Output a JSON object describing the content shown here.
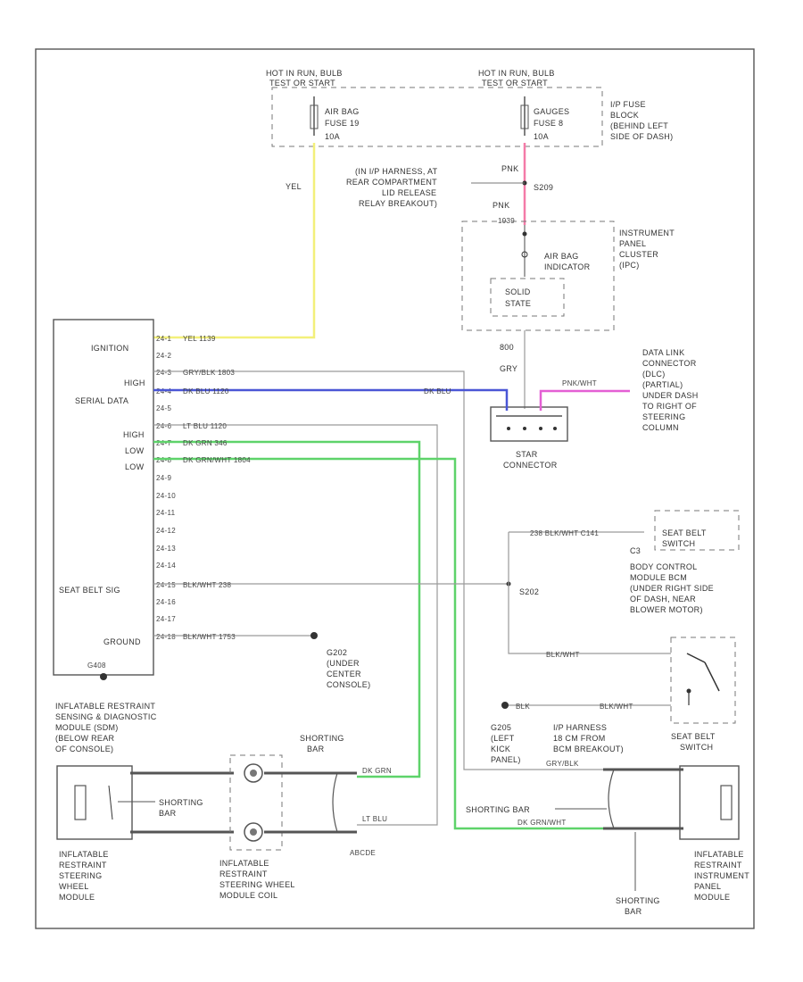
{
  "fuse_left": {
    "hot_in_run_bulb": "HOT IN RUN, BULB",
    "test_or_start": "TEST OR START",
    "fuse_name": "AIR BAG",
    "fuse_num": "FUSE 19",
    "amps": "10A"
  },
  "fuse_right": {
    "hot_in_run_bulb": "HOT IN RUN, BULB",
    "test_or_start": "TEST OR START",
    "fuse_name": "GAUGES",
    "fuse_num": "FUSE 8",
    "amps": "10A"
  },
  "ip_fuse_block": [
    "I/P FUSE",
    "BLOCK",
    "(BEHIND LEFT",
    "SIDE OF DASH)"
  ],
  "yel_label": "YEL",
  "pnk_label_1": "PNK",
  "pnk_label_2": "PNK",
  "pnk_wire_num": "S209",
  "pnk_circuit": "1939",
  "ip_harness_note": [
    "(IN I/P HARNESS, AT",
    "REAR COMPARTMENT",
    "LID RELEASE",
    "RELAY BREAKOUT)"
  ],
  "instrument_cluster": [
    "INSTRUMENT",
    "PANEL",
    "CLUSTER",
    "(IPC)"
  ],
  "airbag_indicator": [
    "AIR BAG",
    "INDICATOR"
  ],
  "solid_state": [
    "SOLID",
    "STATE"
  ],
  "ipc_wire_num": "800",
  "ipc_wire_color": "GRY",
  "dlc_label": [
    "DATA LINK",
    "CONNECTOR",
    "(DLC)",
    "(PARTIAL)",
    "UNDER DASH",
    "TO RIGHT OF",
    "STEERING",
    "COLUMN"
  ],
  "star_connector": [
    "STAR",
    "CONNECTOR"
  ],
  "sdm_pins": {
    "ignition": "IGNITION",
    "high": "HIGH",
    "serial_data": "SERIAL DATA",
    "high2": "HIGH",
    "low": "LOW",
    "low2": "LOW",
    "seat_belt_sig": "SEAT BELT SIG",
    "ground": "GROUND"
  },
  "pin_labels": [
    "24-1",
    "24-2",
    "24-3",
    "24-4",
    "24-5",
    "24-6",
    "24-7",
    "24-8",
    "24-9",
    "24-10",
    "24-11",
    "24-12",
    "24-13",
    "24-14",
    "24-15",
    "24-16",
    "24-17",
    "24-18"
  ],
  "wire_labels": {
    "w1": "YEL   1139",
    "w3": "GRY/BLK  1803",
    "w4": "DK BLU   1120",
    "w6": "LT BLU  1120",
    "w7": "DK GRN   346",
    "w8": "DK GRN/WHT   1804",
    "w15": "BLK/WHT   238",
    "w18": "BLK/WHT   1753",
    "dkblu_right": "DK BLU"
  },
  "seat_belt_module": [
    "SEAT BELT",
    "SWITCH"
  ],
  "bcm_label": [
    "BODY CONTROL",
    "MODULE BCM",
    "(UNDER RIGHT SIDE",
    "OF DASH, NEAR",
    "BLOWER MOTOR)"
  ],
  "bcm_wire": "238  BLK/WHT   C141",
  "bcm_c": "C3",
  "s202": "S202",
  "ground_g202": [
    "G202",
    "(UNDER",
    "CENTER",
    "CONSOLE)"
  ],
  "ground_bottom": "G408",
  "ground_note": "(SDM)",
  "sdm_label": [
    "INFLATABLE RESTRAINT",
    "SENSING & DIAGNOSTIC",
    "MODULE (SDM)",
    "(BELOW REAR",
    "OF CONSOLE)"
  ],
  "shorting_bar": "SHORTING",
  "bar": "BAR",
  "shorting_bar_2": [
    "SHORTING",
    "BAR"
  ],
  "shorting_bar_right": "SHORTING BAR",
  "steering_module": [
    "INFLATABLE",
    "RESTRAINT",
    "STEERING",
    "WHEEL",
    "MODULE"
  ],
  "steering_coil": [
    "INFLATABLE",
    "RESTRAINT",
    "STEERING WHEEL",
    "MODULE COIL"
  ],
  "ip_module": [
    "INFLATABLE",
    "RESTRAINT",
    "INSTRUMENT",
    "PANEL",
    "MODULE"
  ],
  "shorting_bar_ip": [
    "SHORTING",
    "BAR"
  ],
  "g205": [
    "G205",
    "(LEFT",
    "KICK",
    "PANEL)"
  ],
  "ip_harness_g": [
    "I/P HARNESS",
    "18 CM FROM",
    "BCM BREAKOUT)"
  ],
  "blk_wire": "BLK/WHT",
  "blk_wire2": "BLK/WHT",
  "blk_label": "BLK",
  "dk_grn": "DK GRN",
  "gry_blk": "GRY/BLK",
  "lt_blu": "LT BLU",
  "dk_grn_wht": "DK GRN/WHT",
  "pnk_wht": "PNK/WHT",
  "code_label": "ABCDE"
}
